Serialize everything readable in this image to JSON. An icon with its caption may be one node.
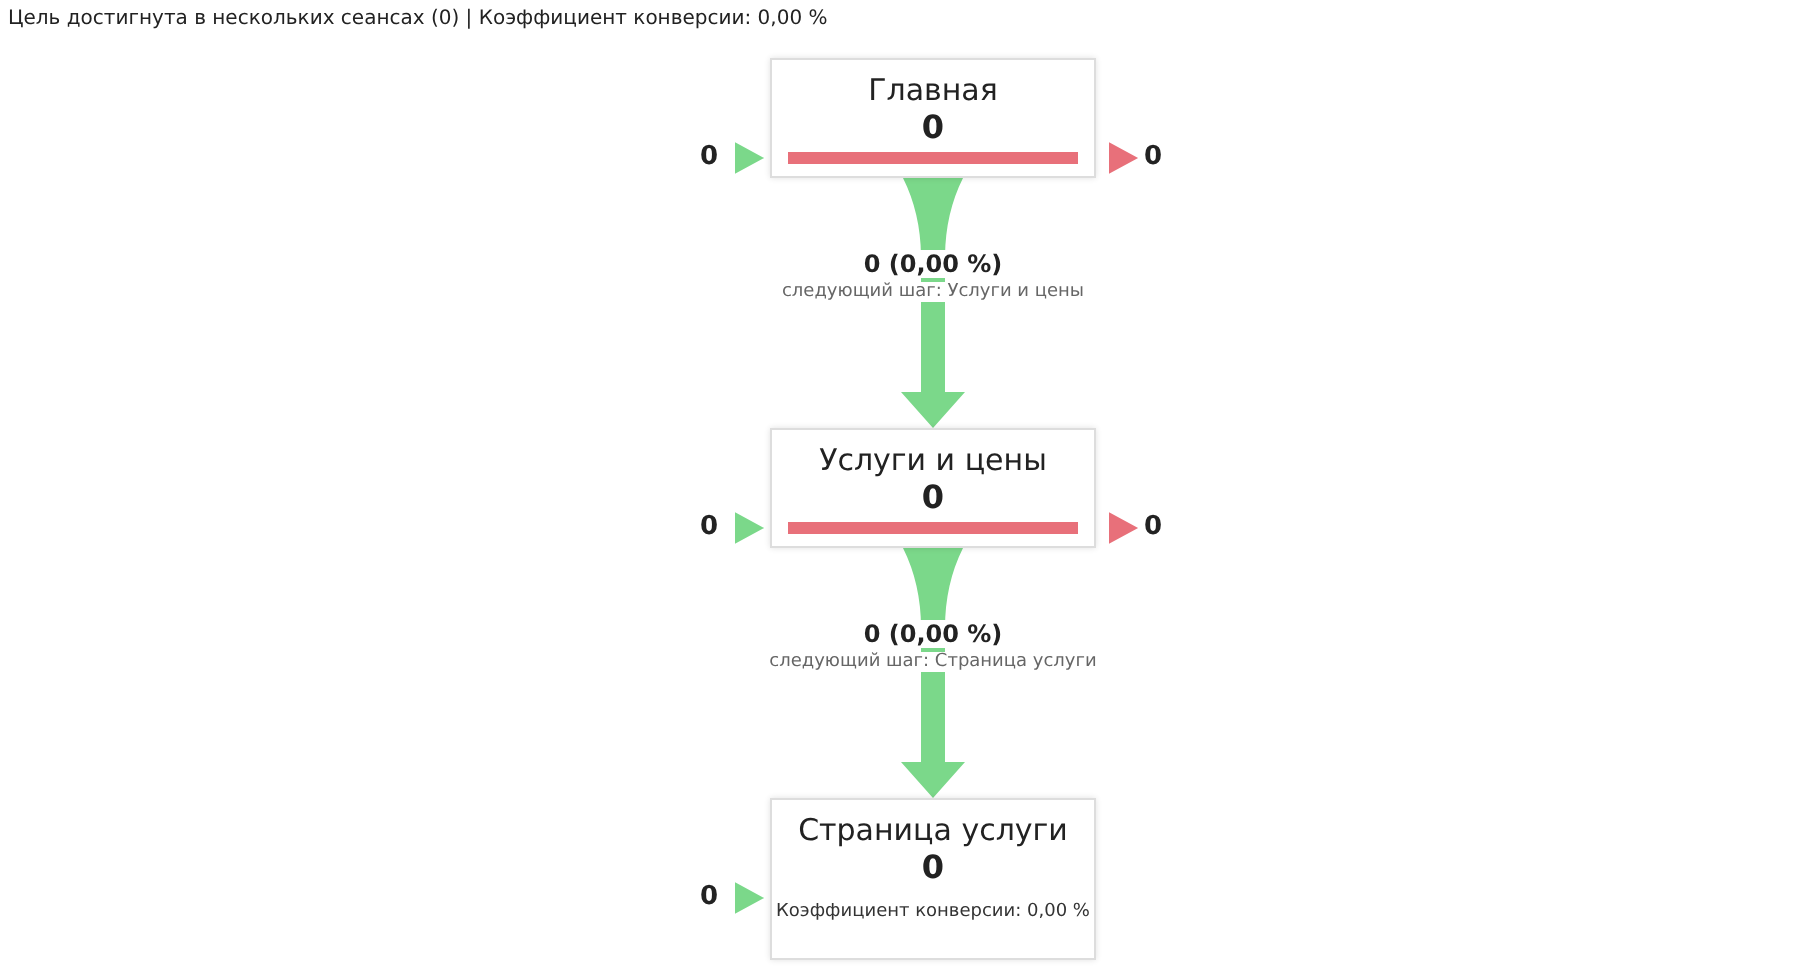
{
  "diagram": {
    "title": "Цель достигнута в нескольких сеансах (0) | Коэффициент конверсии: 0,00 %",
    "nodes": [
      {
        "text": [
          "0"
        ]
      },
      {
        "text": [
          "Главная",
          "0"
        ]
      },
      {
        "text": [
          "0"
        ]
      },
      {
        "text": [
          "0"
        ]
      },
      {
        "text": [
          "Услуги и цены",
          "0"
        ]
      },
      {
        "text": [
          "0"
        ]
      },
      {
        "text": [
          "0"
        ]
      },
      {
        "text": [
          "Страница услуги",
          "0",
          "Коэффициент конверсии: 0,00 %"
        ]
      }
    ],
    "edges": [
      {
        "from": 0,
        "to": 1,
        "arrow": "to"
      },
      {
        "from": 1,
        "to": 2,
        "arrow": "to",
        "color": "#e8707a"
      },
      {
        "from": 1,
        "to": 4,
        "arrow": "to",
        "label": "0 (0,00 %)",
        "style": "thick"
      },
      {
        "from": 3,
        "to": 4,
        "arrow": "to"
      },
      {
        "from": 4,
        "to": 5,
        "arrow": "to",
        "color": "#e8707a"
      },
      {
        "from": 4,
        "to": 7,
        "arrow": "to",
        "label": "0 (0,00 %)",
        "style": "thick"
      },
      {
        "from": 6,
        "to": 7,
        "arrow": "to"
      }
    ],
    "labels": [
      "следующий шаг: Услуги и цены",
      "следующий шаг: Страница услуги"
    ]
  }
}
